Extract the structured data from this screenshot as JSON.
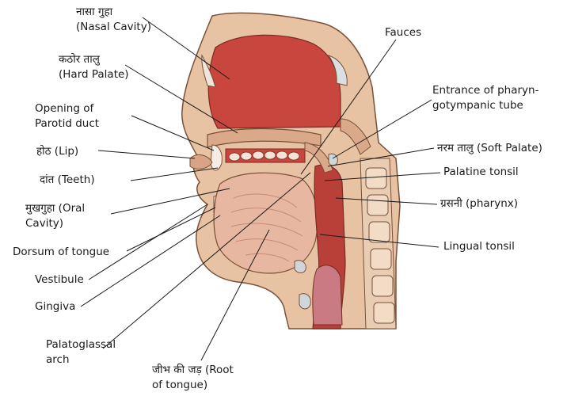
{
  "labels": {
    "nasal_cavity": {
      "line1": "नासा गुहा",
      "line2": "(Nasal Cavity)"
    },
    "hard_palate": {
      "line1": "कठोर तालु",
      "line2": "(Hard Palate)"
    },
    "parotid_duct": {
      "line1": "Opening of",
      "line2": "Parotid duct"
    },
    "lip": "होठ (Lip)",
    "teeth": "दांत (Teeth)",
    "oral_cavity": {
      "line1": "मुखगुहा (Oral",
      "line2": "Cavity)"
    },
    "dorsum": "Dorsum of tongue",
    "vestibule": "Vestibule",
    "gingiva": "Gingiva",
    "palatoglossal": {
      "line1": "Palatoglassal",
      "line2": "arch"
    },
    "root_tongue": {
      "line1": "जीभ की जड़ (Root",
      "line2": "of tongue)"
    },
    "fauces": "Fauces",
    "pharyngotympanic": {
      "line1": "Entrance of pharyn-",
      "line2": "gotympanic tube"
    },
    "soft_palate": "नरम तालु (Soft Palate)",
    "palatine_tonsil": "Palatine tonsil",
    "pharynx": "ग्रसनी (pharynx)",
    "lingual_tonsil": "Lingual tonsil"
  }
}
